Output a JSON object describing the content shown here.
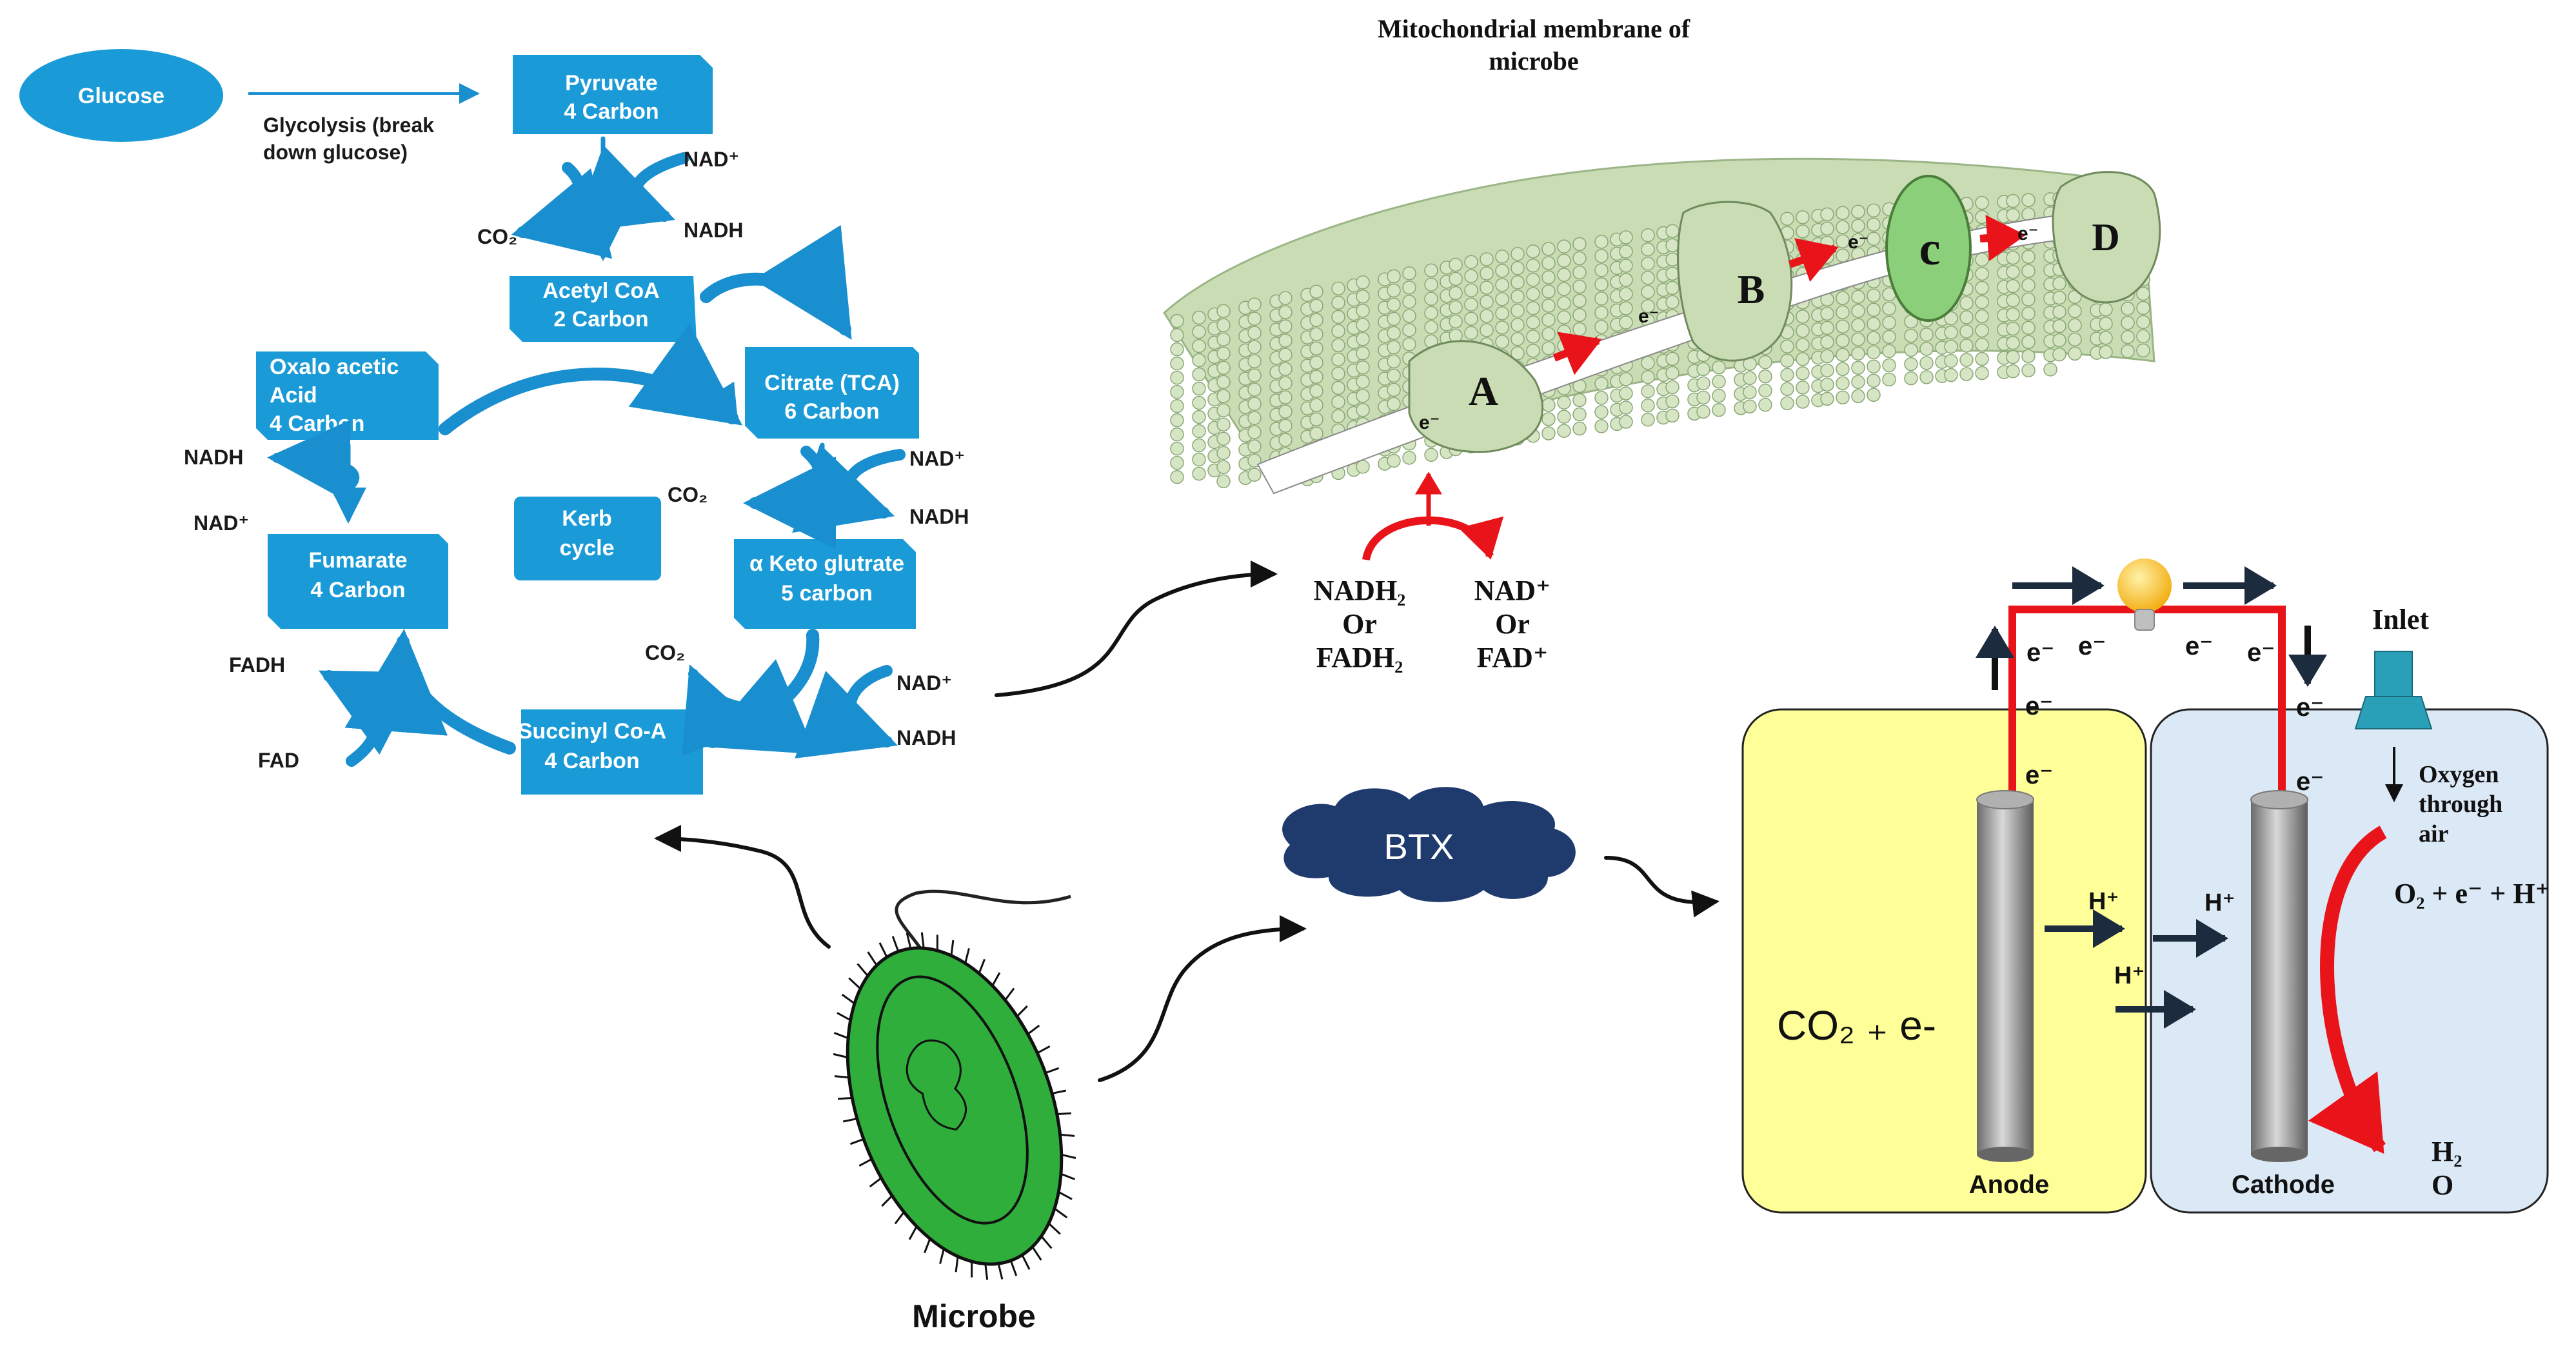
{
  "krebs": {
    "glucose": "Glucose",
    "glycolysis": [
      "Glycolysis (break",
      "down glucose)"
    ],
    "pyruvate": [
      "Pyruvate",
      "4 Carbon"
    ],
    "acetyl": [
      "Acetyl CoA",
      "2 Carbon"
    ],
    "citrate": [
      "Citrate (TCA)",
      "6 Carbon"
    ],
    "oxalo": [
      "Oxalo acetic",
      "Acid",
      "4 Carbon"
    ],
    "kerb": [
      "Kerb",
      "cycle"
    ],
    "fumarate": [
      "Fumarate",
      "4 Carbon"
    ],
    "aketo": [
      "α Keto glutrate",
      "5 carbon"
    ],
    "succinyl": [
      "Succinyl Co-A",
      "4 Carbon"
    ],
    "nad_plus": "NAD⁺",
    "nadh": "NADH",
    "co2": "CO₂",
    "fadh": "FADH",
    "fad": "FAD"
  },
  "membrane": {
    "title": [
      "Mitochondrial  membrane  of",
      "microbe"
    ],
    "complexes": [
      "A",
      "B",
      "c",
      "D"
    ],
    "electron": "e⁻",
    "donors": [
      "NADH₂",
      "Or",
      "FADH₂"
    ],
    "acceptors": [
      "NAD⁺",
      "Or",
      "FAD⁺"
    ]
  },
  "microbe": {
    "label": "Microbe"
  },
  "btx": {
    "label": "BTX"
  },
  "fuel_cell": {
    "electron": "e⁻",
    "inlet": "Inlet",
    "oxygen": [
      "Oxygen",
      "through",
      "air"
    ],
    "proton": "H⁺",
    "reaction": "O₂ + e⁻ + H⁺",
    "product": [
      "H₂",
      "O"
    ],
    "anode_text": "CO₂ ₊ e-",
    "anode": "Anode",
    "cathode": "Cathode"
  },
  "colors": {
    "box": "#1a9bd7",
    "arrow": "#1a8fd0",
    "membrane": "#c9dcb4",
    "red": "#e8141a",
    "anode_bg": "#ffff99",
    "cathode_bg": "#dbe9f6",
    "btx": "#1f3b6e",
    "microbe": "#2fae3b"
  }
}
